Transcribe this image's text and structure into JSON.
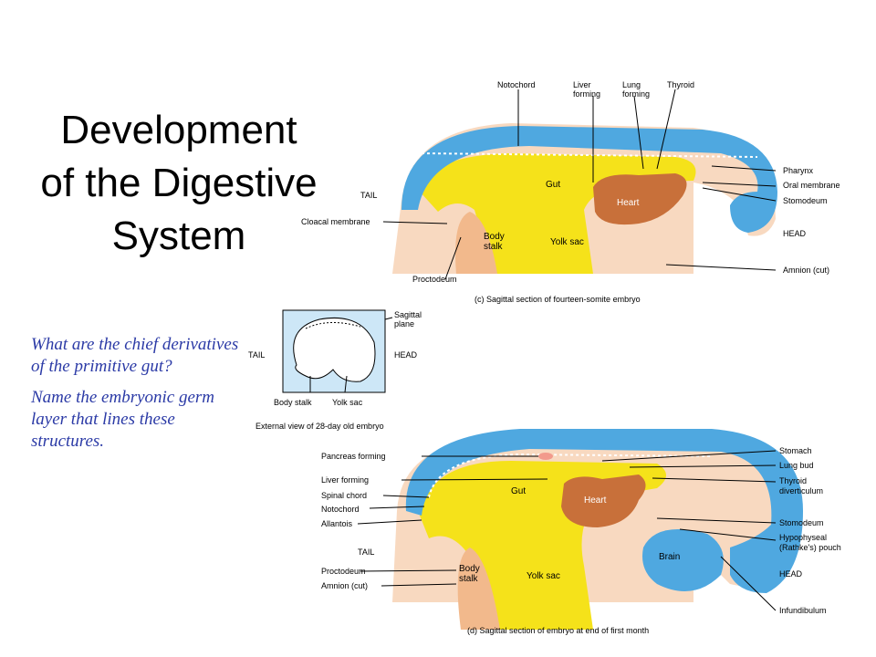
{
  "title": {
    "line1": "Development",
    "line2": "of the Digestive",
    "line3": "System"
  },
  "questions": {
    "q1": "What are the chief derivatives of the primitive gut?",
    "q2": "Name the embryonic germ layer that lines these structures."
  },
  "diagram_c": {
    "top_labels": {
      "notochord": "Notochord",
      "liver_a": "Liver",
      "liver_b": "forming",
      "lung_a": "Lung",
      "lung_b": "forming",
      "thyroid": "Thyroid"
    },
    "right_labels": {
      "pharynx": "Pharynx",
      "oral_membrane": "Oral membrane",
      "stomodeum": "Stomodeum",
      "head": "HEAD",
      "amnion": "Amnion (cut)"
    },
    "left_labels": {
      "tail": "TAIL",
      "cloacal_membrane": "Cloacal membrane",
      "proctodeum": "Proctodeum"
    },
    "inner_labels": {
      "gut": "Gut",
      "heart": "Heart",
      "body_a": "Body",
      "body_b": "stalk",
      "yolk_sac": "Yolk sac"
    },
    "caption": "(c) Sagittal section of fourteen-somite embryo"
  },
  "external_view": {
    "sagittal_a": "Sagittal",
    "sagittal_b": "plane",
    "tail": "TAIL",
    "head": "HEAD",
    "body_stalk": "Body stalk",
    "yolk_sac": "Yolk sac",
    "caption": "External view of 28-day old embryo"
  },
  "diagram_d": {
    "left_labels": {
      "pancreas": "Pancreas forming",
      "liver": "Liver forming",
      "spinal": "Spinal chord",
      "notochord": "Notochord",
      "allantois": "Allantois",
      "tail": "TAIL",
      "proctodeum": "Proctodeum",
      "amnion": "Amnion (cut)"
    },
    "right_labels": {
      "stomach": "Stomach",
      "lung_bud": "Lung bud",
      "thyroid_a": "Thyroid",
      "thyroid_b": "diverticulum",
      "stomodeum": "Stomodeum",
      "hypo_a": "Hypophyseal",
      "hypo_b": "(Rathke's) pouch",
      "head": "HEAD",
      "infundibulum": "Infundibulum"
    },
    "inner_labels": {
      "gut": "Gut",
      "heart": "Heart",
      "body_a": "Body",
      "body_b": "stalk",
      "yolk_sac": "Yolk sac",
      "brain": "Brain"
    },
    "caption": "(d) Sagittal section of embryo at end of first month"
  },
  "colors": {
    "ectoderm": "#4fa8e0",
    "endoderm": "#f5e21a",
    "mesoderm": "#f2b98c",
    "heart": "#c8703a",
    "question_text": "#2b3aa6"
  }
}
